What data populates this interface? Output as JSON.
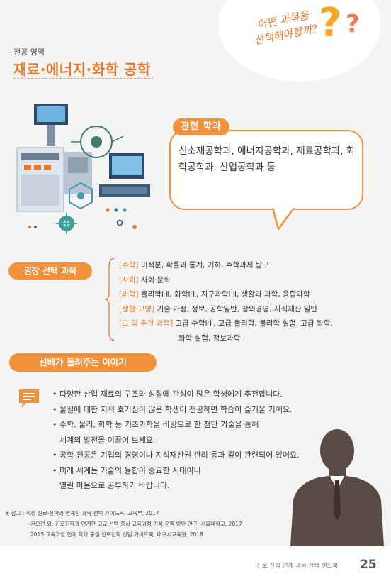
{
  "header": {
    "question_line1": "어떤 과목을",
    "question_line2": "선택해야할까?",
    "field_label": "전공 영역",
    "field_title": "재료·에너지·화학 공학"
  },
  "departments": {
    "badge": "관련 학과",
    "text": "신소재공학과, 에너지공학과, 재료공학과, 화학공학과, 산업공학과 등"
  },
  "recommended": {
    "badge": "권장 선택 과목",
    "rows": [
      {
        "tag": "[수학]",
        "text": " 미적분, 확률과 통계, 기하, 수학과제 탐구"
      },
      {
        "tag": "[사회]",
        "text": " 사회·문화"
      },
      {
        "tag": "[과학]",
        "text": " 물리학Ⅰ·Ⅱ, 화학Ⅰ·Ⅱ, 지구과학Ⅰ·Ⅱ, 생활과 과학, 융합과학"
      },
      {
        "tag": "[생활·교양]",
        "text": " 기술·가정, 정보, 공학일반, 창의경영, 지식재산 일반"
      },
      {
        "tag": "[그 외 추천 과목]",
        "text": " 고급 수학Ⅰ·Ⅱ, 고급 물리학, 물리학 실험, 고급 화학,"
      }
    ],
    "continuation": "화학 실험, 정보과학"
  },
  "talk": {
    "badge": "선배가 들려주는 이야기",
    "items": [
      {
        "lines": [
          "다양한 산업 재료의 구조와 성질에 관심이 많은 학생에게 추천합니다."
        ]
      },
      {
        "lines": [
          "물질에 대한 지적 호기심이 많은 학생이  전공하면 학습이 즐거울 거예요."
        ]
      },
      {
        "lines": [
          "수학, 물리, 화학 등 기초과학을 바탕으로 한 첨단 기술을 통해",
          "세계의 발전을 이끌어 보세요."
        ]
      },
      {
        "lines": [
          "공학 전공은 기업의 경영이나 지식재산권 관리 등과 깊이 관련되어 있어요."
        ]
      },
      {
        "lines": [
          "미래 세계는 기술의 융합이 중요한 시대이니",
          "열린 마음으로 공부하기 바랍니다."
        ]
      }
    ]
  },
  "references": [
    "※ 참고 : 학생 진로·진학과 연계한 과목 선택 가이드북, 교육부, 2017",
    "권오현 외, 진로진학과 연계한 고교 선택 중심 교육과정 편성·운영 방안 연구, 서울대학교, 2017",
    "2015 교육과정 연계 학과 중심 진로진학 상담 가이드북, 대구시교육청, 2018"
  ],
  "footer": {
    "text": "진로 진학 연계 과목 선택 핸드북",
    "page_number": "25"
  },
  "colors": {
    "accent": "#f3913b",
    "accent_text": "#e8792a",
    "question_yellow": "#f6a623",
    "question_red": "#e97a55",
    "person": "#5a4a44"
  }
}
